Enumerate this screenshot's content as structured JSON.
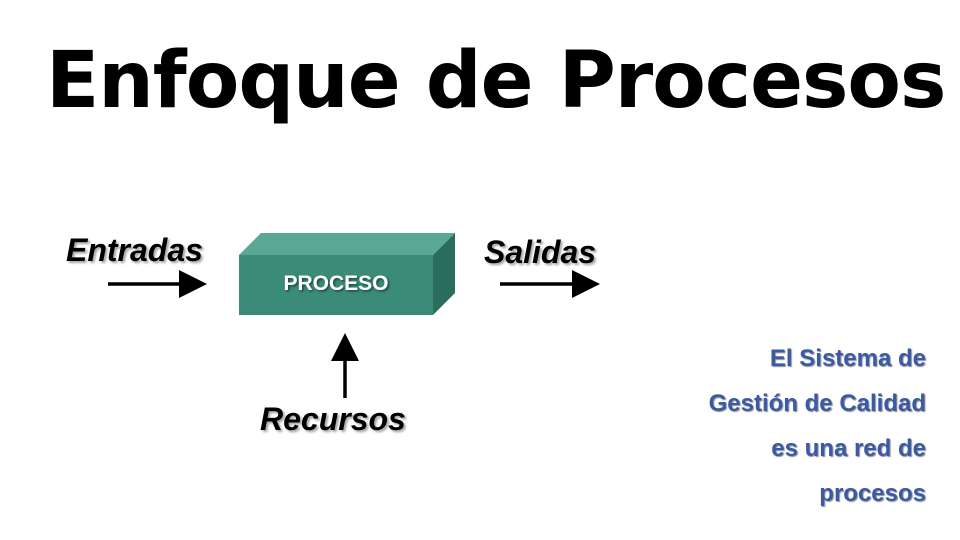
{
  "slide": {
    "title": "Enfoque de Procesos",
    "diagram": {
      "inputs_label": "Entradas",
      "process_label": "PROCESO",
      "outputs_label": "Salidas",
      "resources_label": "Recursos"
    },
    "note_lines": [
      "El Sistema de",
      "Gestión de Calidad",
      "es una red de",
      "procesos"
    ]
  },
  "colors": {
    "box_front": "#3a8b77",
    "box_top": "#5aa893",
    "box_side": "#2a6d5c",
    "note_text": "#3a5aa8"
  }
}
